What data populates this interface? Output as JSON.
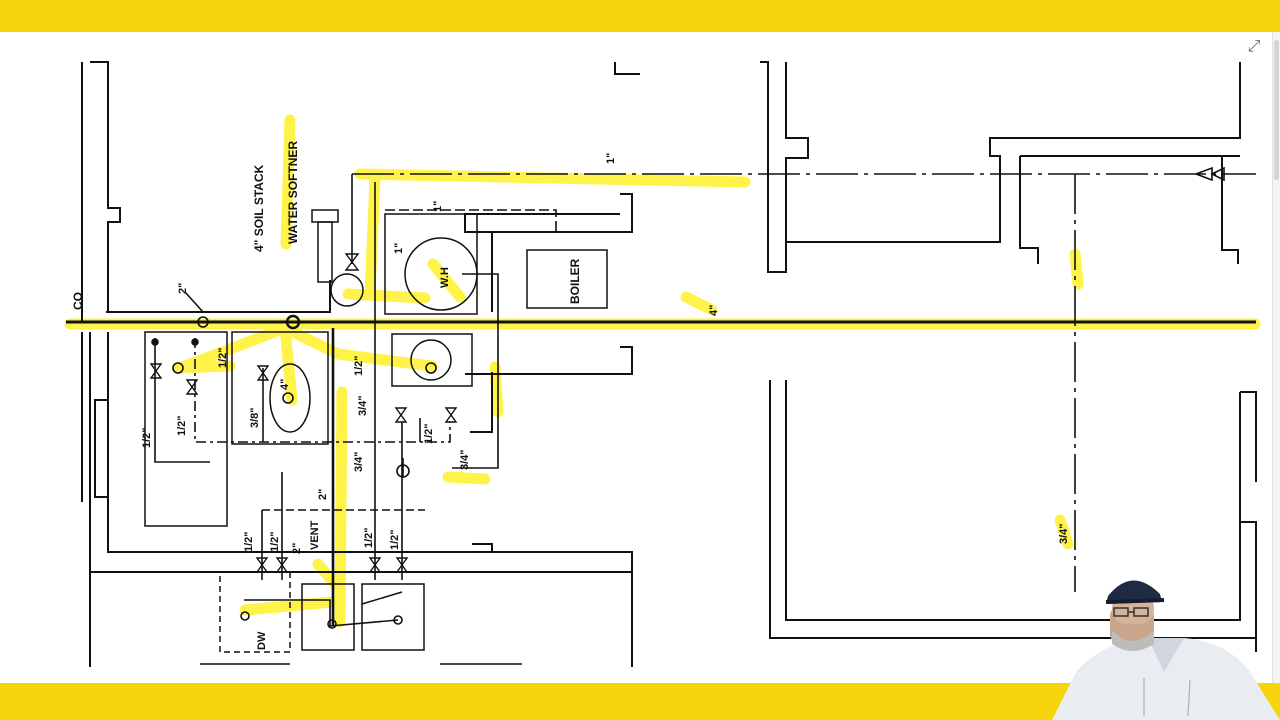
{
  "window": {
    "expand_icon": "expand-diagonal-icon"
  },
  "colors": {
    "band": "#f6d40c",
    "highlight": "#fff23a",
    "line": "#111111"
  },
  "labels": {
    "soil_stack": "4\" SOIL STACK",
    "water_softner": "WATER SOFTNER",
    "co": "CO",
    "wh": "W.H",
    "boiler": "BOILER",
    "vent": "VENT",
    "dw": "DW",
    "inch1_top_a": "1\"",
    "inch1_top_b": "1\"",
    "inch1_wh": "1\"",
    "inch2_left": "2\"",
    "inch2_center": "2\"",
    "inch2_lower": "2\"",
    "inch4_fixture": "4\"",
    "inch4_main": "4\"",
    "half_a": "1/2\"",
    "half_b": "1/2\"",
    "half_c": "1/2\"",
    "half_d": "1/2\"",
    "half_e": "1/2\"",
    "half_f": "1/2\"",
    "half_g": "1/2\"",
    "half_h": "1/2\"",
    "half_i": "1/2\"",
    "three_eighth": "3/8\"",
    "three_quarter_a": "3/4\"",
    "three_quarter_b": "3/4\"",
    "three_quarter_c": "3/4\"",
    "three_quarter_right": "3/4\""
  }
}
